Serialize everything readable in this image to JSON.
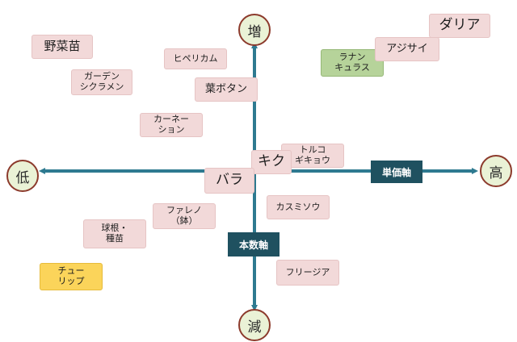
{
  "axes": {
    "vertical_name": "本数軸",
    "horizontal_name": "単価軸",
    "top_label": "増",
    "bottom_label": "減",
    "left_label": "低",
    "right_label": "高",
    "color": "#2e7a90"
  },
  "items": [
    {
      "id": "yasainae",
      "text": "野菜苗"
    },
    {
      "id": "garden-cyclamen",
      "text": "ガーデン\nシクラメン"
    },
    {
      "id": "hiperikamu",
      "text": "ヒペリカム"
    },
    {
      "id": "habotan",
      "text": "葉ボタン"
    },
    {
      "id": "carnation",
      "text": "カーネー\nション"
    },
    {
      "id": "ranan-kyurasu",
      "text": "ラナン\nキュラス"
    },
    {
      "id": "ajisai",
      "text": "アジサイ"
    },
    {
      "id": "dahlia",
      "text": "ダリア"
    },
    {
      "id": "turkish-gikyo",
      "text": "トルコ\nギキョウ"
    },
    {
      "id": "kiku",
      "text": "キク"
    },
    {
      "id": "bara",
      "text": "バラ"
    },
    {
      "id": "kasumisou",
      "text": "カスミソウ"
    },
    {
      "id": "phalaenopsis",
      "text": "ファレノ\n（鉢）"
    },
    {
      "id": "bulbs-seeds",
      "text": "球根・\n種苗"
    },
    {
      "id": "tulip",
      "text": "チュー\nリップ"
    },
    {
      "id": "freesia",
      "text": "フリージア"
    }
  ],
  "colors": {
    "pink": "#f2d9d9",
    "green": "#b6d39a",
    "yellow": "#fbd45a",
    "tag": "#1f5160",
    "circle_fill": "#eaf2d6",
    "circle_border": "#8c3a2c"
  }
}
